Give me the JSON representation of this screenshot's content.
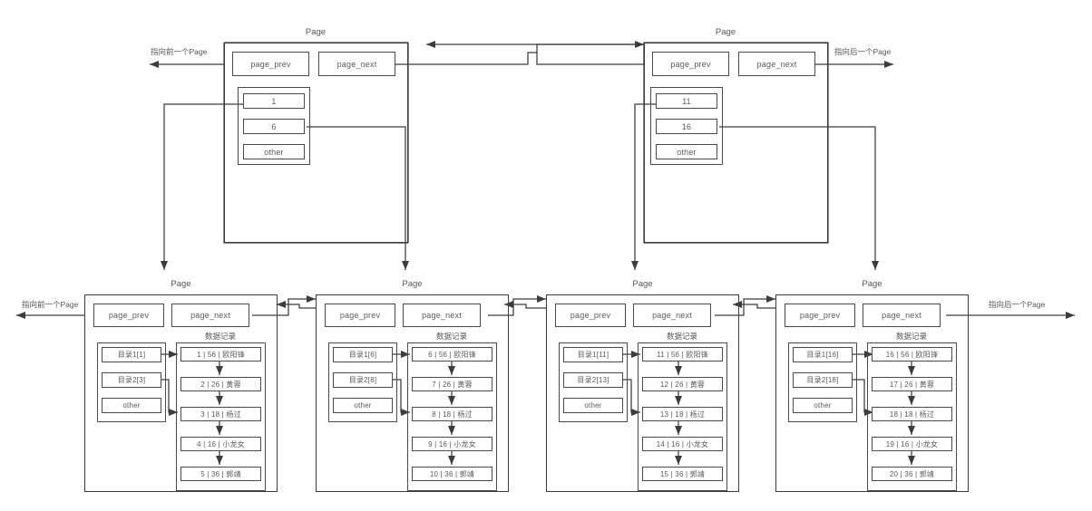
{
  "diagram": {
    "title": "B+ tree page linked-list diagram",
    "labels": {
      "page_caption": "Page",
      "page_prev": "page_prev",
      "page_next": "page_next",
      "other": "other",
      "records_caption": "数据记录",
      "prev_pointer_note": "指向前一个Page",
      "next_pointer_note": "指向后一个Page"
    },
    "colors": {
      "line": "#3c3c3c",
      "box_border": "#4a4a4a",
      "text": "#5a5a5a",
      "caption": "#555555",
      "background": "#ffffff"
    }
  },
  "internal_pages": [
    {
      "id": "internal-1",
      "caption": "Page",
      "page_prev": "page_prev",
      "page_next": "page_next",
      "keys": [
        "1",
        "6",
        "other"
      ]
    },
    {
      "id": "internal-2",
      "caption": "Page",
      "page_prev": "page_prev",
      "page_next": "page_next",
      "keys": [
        "11",
        "16",
        "other"
      ]
    }
  ],
  "leaf_pages": [
    {
      "id": "leaf-1",
      "caption": "Page",
      "page_prev": "page_prev",
      "page_next": "page_next",
      "directory_caption": "",
      "directory": [
        "目录1[1]",
        "目录2[3]",
        "other"
      ],
      "records_caption": "数据记录",
      "records": [
        "1 | 56 | 欧阳锋",
        "2 | 26 | 黄蓉",
        "3 | 18 | 杨过",
        "4 | 16 | 小龙女",
        "5 | 36 | 郭靖"
      ]
    },
    {
      "id": "leaf-2",
      "caption": "Page",
      "page_prev": "page_prev",
      "page_next": "page_next",
      "directory_caption": "",
      "directory": [
        "目录1[6]",
        "目录2[8]",
        "other"
      ],
      "records_caption": "数据记录",
      "records": [
        "6 | 56 | 欧阳锋",
        "7 | 26 | 黄蓉",
        "8 | 18 | 杨过",
        "9 | 16 | 小龙女",
        "10 | 36 | 郭靖"
      ]
    },
    {
      "id": "leaf-3",
      "caption": "Page",
      "page_prev": "page_prev",
      "page_next": "page_next",
      "directory_caption": "",
      "directory": [
        "目录1[11]",
        "目录2[13]",
        "other"
      ],
      "records_caption": "数据记录",
      "records": [
        "11 | 56 | 欧阳锋",
        "12 | 26 | 黄蓉",
        "13 | 18 | 杨过",
        "14 | 16 | 小龙女",
        "15 | 36 | 郭靖"
      ]
    },
    {
      "id": "leaf-4",
      "caption": "Page",
      "page_prev": "page_prev",
      "page_next": "page_next",
      "directory_caption": "",
      "directory": [
        "目录1[16]",
        "目录2[18]",
        "other"
      ],
      "records_caption": "数据记录",
      "records": [
        "16 | 56 | 欧阳锋",
        "17 | 26 | 黄蓉",
        "18 | 18 | 杨过",
        "19 | 16 | 小龙女",
        "20 | 36 | 郭靖"
      ]
    }
  ],
  "annotations": {
    "top_left_prev": "指向前一个Page",
    "top_right_next": "指向后一个Page",
    "bottom_left_prev": "指向前一个Page",
    "bottom_right_next": "指向后一个Page"
  }
}
